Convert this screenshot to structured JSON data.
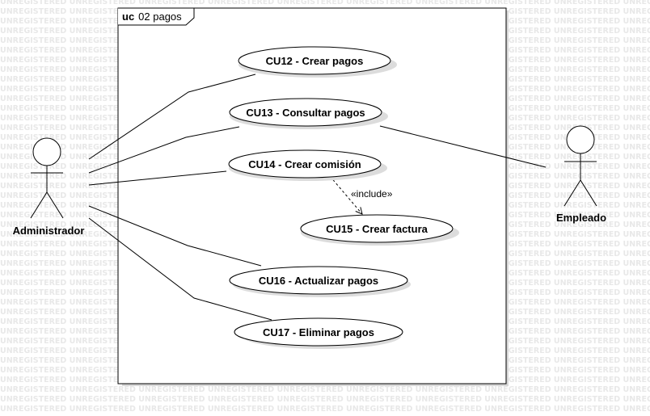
{
  "watermark": "UNREGISTERED",
  "frame": {
    "keyword": "uc",
    "name": "02 pagos"
  },
  "actors": {
    "admin": {
      "label": "Administrador"
    },
    "employee": {
      "label": "Empleado"
    }
  },
  "use_cases": {
    "cu12": "CU12 - Crear pagos",
    "cu13": "CU13 - Consultar pagos",
    "cu14": "CU14 - Crear comisión",
    "cu15": "CU15 - Crear factura",
    "cu16": "CU16 - Actualizar pagos",
    "cu17": "CU17 - Eliminar pagos"
  },
  "relations": {
    "include_label": "«include»"
  },
  "colors": {
    "line": "#000000",
    "shadow": "#dcdcdc",
    "watermark": "#e8e8e8"
  }
}
